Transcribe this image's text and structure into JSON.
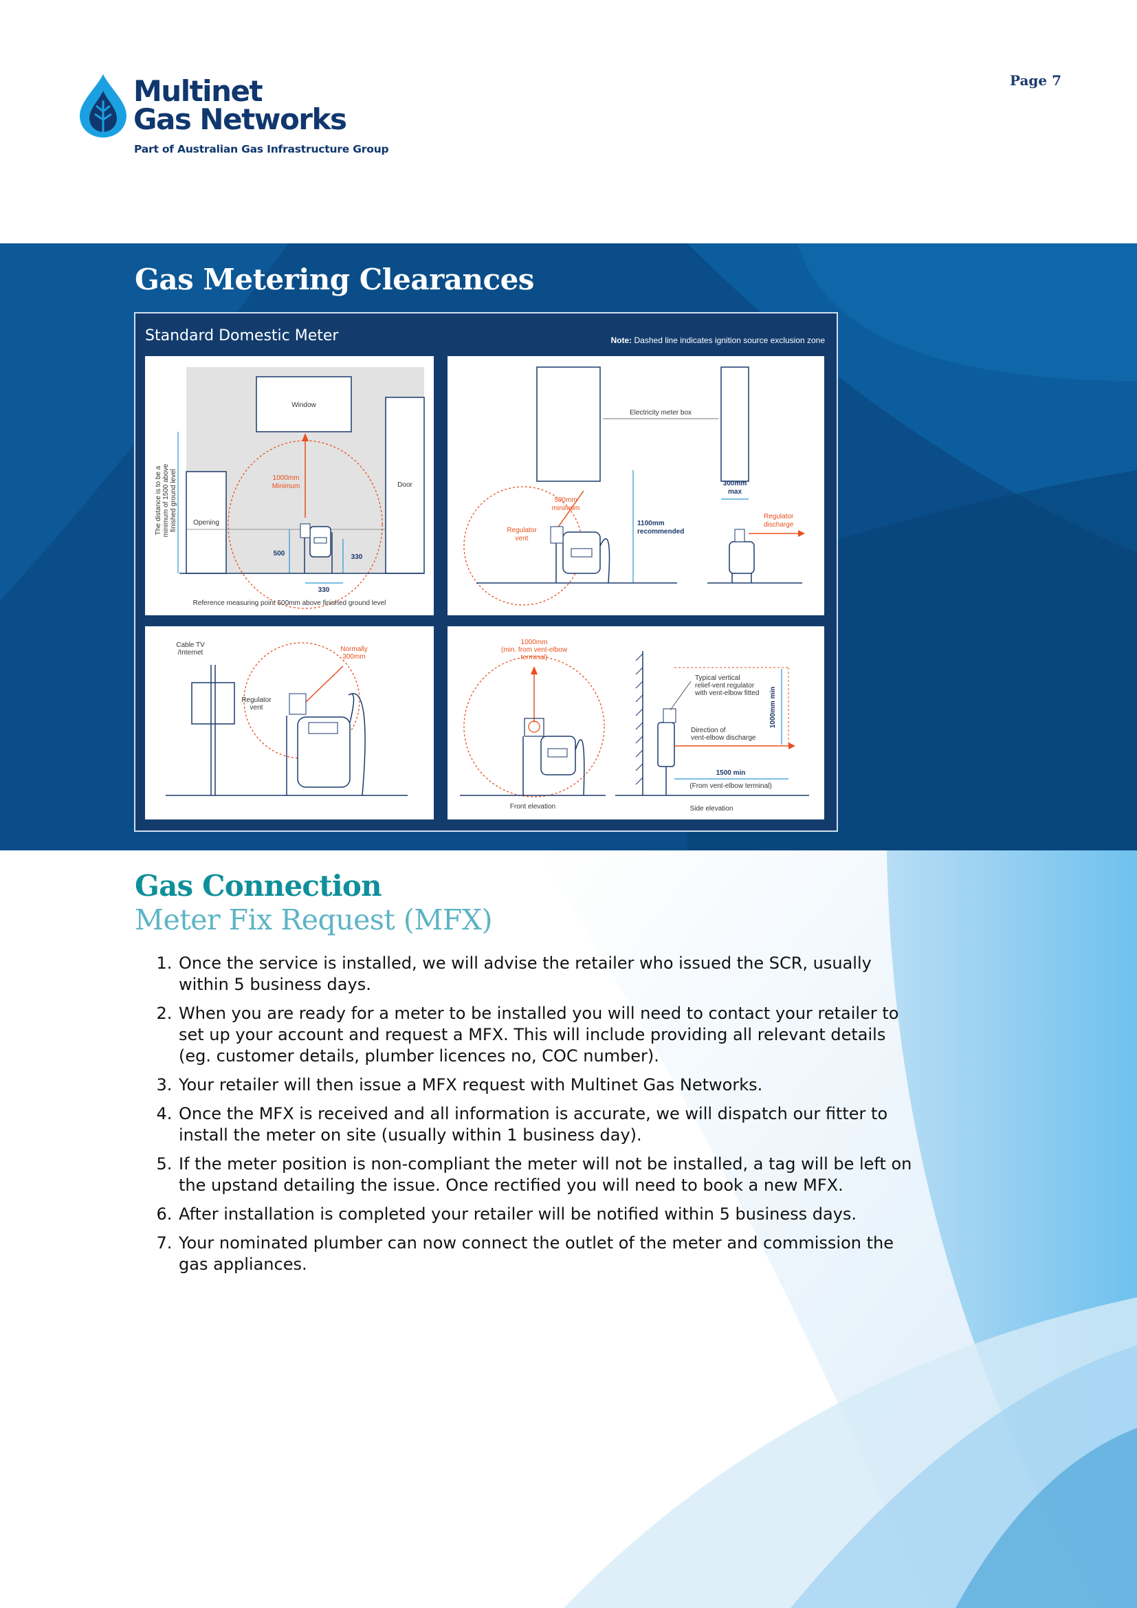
{
  "header": {
    "logo_line1": "Multinet",
    "logo_line2": "Gas Networks",
    "logo_tagline": "Part of Australian Gas Infrastructure Group",
    "page_number": "Page 7"
  },
  "clearances": {
    "heading": "Gas Metering Clearances",
    "panel_title": "Standard Domestic Meter",
    "note_label": "Note:",
    "note_text": "Dashed line indicates ignition source exclusion zone",
    "diagram1": {
      "window": "Window",
      "door": "Door",
      "opening": "Opening",
      "vertical_note_1": "The distance is to be a",
      "vertical_note_2": "minimum of 1500 above",
      "vertical_note_3": "finished ground level",
      "min_label_1": "1000mm",
      "min_label_2": "Minimum",
      "dim_500": "500",
      "dim_330_side": "330",
      "dim_330_bottom": "330",
      "reference": "Reference measuring point 500mm above finished ground level"
    },
    "diagram2": {
      "electricity_box": "Electricity meter box",
      "min_label_1": "500mm",
      "min_label_2": "minimum",
      "reg_vent_1": "Regulator",
      "reg_vent_2": "vent",
      "rec_1": "1100mm",
      "rec_2": "recommended",
      "max_1": "300mm",
      "max_2": "max",
      "discharge_1": "Regulator",
      "discharge_2": "discharge"
    },
    "diagram3": {
      "cable_1": "Cable TV",
      "cable_2": "/Internet",
      "reg_vent_1": "Regulator",
      "reg_vent_2": "vent",
      "normally_1": "Normally",
      "normally_2": "300mm"
    },
    "diagram4": {
      "top_1": "1000mm",
      "top_2": "(min. from vent-elbow",
      "top_3": "terminal)",
      "typical_1": "Typical vertical",
      "typical_2": "relief-vent regulator",
      "typical_3": "with vent-elbow fitted",
      "direction_1": "Direction of",
      "direction_2": "vent-elbow discharge",
      "vertical_min": "1000mm min",
      "horiz_1": "1500 min",
      "horiz_2": "(From vent-elbow terminal)",
      "front": "Front elevation",
      "side": "Side elevation"
    }
  },
  "connection": {
    "heading": "Gas Connection",
    "subheading": "Meter Fix Request (MFX)",
    "steps": [
      "Once the service is installed, we will advise the retailer who issued the SCR, usually within 5 business days.",
      "When you are ready for a meter to be installed you will need to contact your retailer to set up your account and request a MFX. This will include providing all relevant details (eg. customer details, plumber licences no, COC number).",
      "Your retailer will then issue a MFX request with Multinet Gas Networks.",
      "Once the MFX is received and all information is accurate, we will dispatch our fitter to install the meter on site (usually within 1 business day).",
      "If the meter position is non-compliant the meter will not be installed, a tag will be left on the upstand detailing the issue. Once rectified you will need to book a new MFX.",
      "After installation is completed your retailer will be notified within 5 business days.",
      "Your nominated plumber can now connect the outlet of the meter and commission the gas appliances."
    ]
  },
  "colors": {
    "brand_navy": "#10376e",
    "band_blue": "#0b4f8a",
    "teal_heading": "#0f8f9a",
    "light_teal": "#5cb4c4",
    "accent_orange": "#e8501e",
    "dimension_blue": "#2a97d8"
  }
}
